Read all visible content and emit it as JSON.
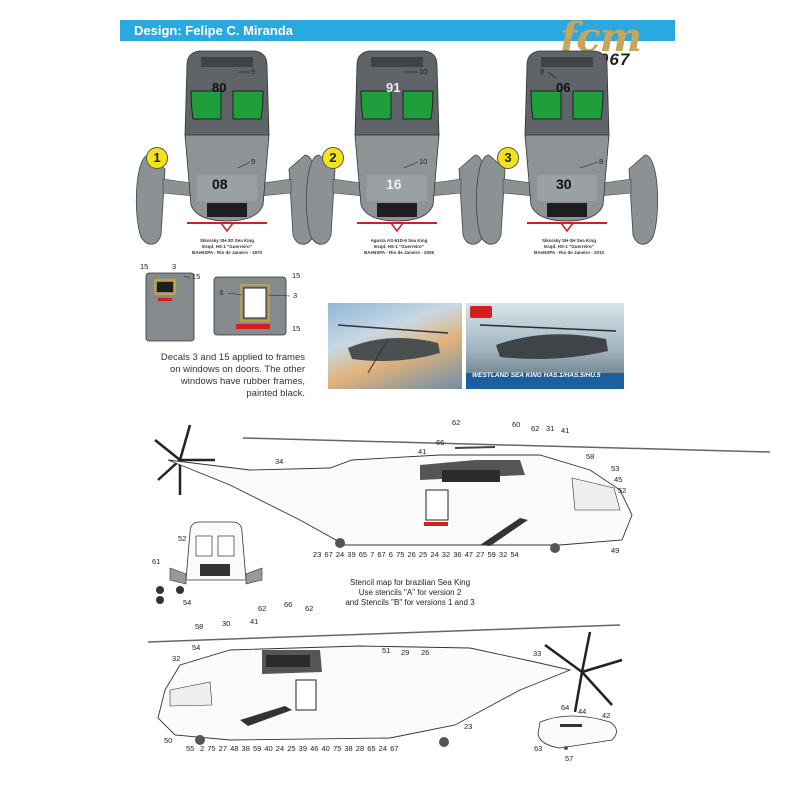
{
  "header": {
    "design_credit": "Design: Felipe C. Miranda"
  },
  "logo": {
    "brand": "fcm",
    "code": "48067"
  },
  "versions": [
    {
      "badge": "1",
      "nose_number": "80",
      "fuselage_number": "08",
      "caption": [
        "Sikorsky SH-3D Sea King",
        "Esqd. HS-1 \"Guerreiro\"",
        "BAeNSPA - Rio de Janeiro - 1970"
      ]
    },
    {
      "badge": "2",
      "nose_number": "91",
      "fuselage_number": "16",
      "caption": [
        "Agusta AS-61D-6 Sea King",
        "Esqd. HS-1 \"Guerreiro\"",
        "BAeNSPA - Rio de Janeiro - 2006"
      ]
    },
    {
      "badge": "3",
      "nose_number": "06",
      "fuselage_number": "30",
      "caption": [
        "Sikorsky SH-3H Sea King",
        "Esqd. HS-1 \"Guerreiro\"",
        "BAeNSPA - Rio de Janeiro - 2010"
      ]
    }
  ],
  "front_callouts": {
    "v1": [
      "9",
      "9"
    ],
    "v2": [
      "10",
      "10"
    ],
    "v3": [
      "8",
      "8"
    ]
  },
  "door_callouts": {
    "left": [
      "15",
      "3",
      "15"
    ],
    "right": [
      "15",
      "3",
      "3",
      "15"
    ]
  },
  "door_note": "Decals 3 and 15 applied to frames on windows on doors. The other windows have rubber frames, painted black.",
  "boxart": {
    "title": "WESTLAND SEA KING HAS.1/HAS.5/HU.5"
  },
  "stencil_note": [
    "Stencil map for brazilian Sea King",
    "Use stencils \"A\" for version 2",
    "and Stencils \"B\" for versions 1 and 3"
  ],
  "side_a": {
    "top_labels": [
      "62",
      "60",
      "62",
      "31",
      "41",
      "66",
      "41",
      "58",
      "53",
      "45",
      "52",
      "34"
    ],
    "bottom_row": "23   67  24  39  65  7    67  6  75     26   25 24  32   36  47   27  59  32  54",
    "right_label": "49"
  },
  "front_small": {
    "labels": [
      "52",
      "61",
      "54"
    ]
  },
  "side_b": {
    "top_labels": [
      "66",
      "62",
      "62",
      "58",
      "30",
      "41",
      "54",
      "32",
      "51",
      "29",
      "26",
      "33",
      "23",
      "50",
      "55"
    ],
    "bottom_row": "2 75 27 48 38 59 40  24 25 39 46 40 75 38 28       65   24 67"
  },
  "rotor_part": {
    "labels": [
      "64",
      "44",
      "42",
      "63",
      "57"
    ]
  }
}
